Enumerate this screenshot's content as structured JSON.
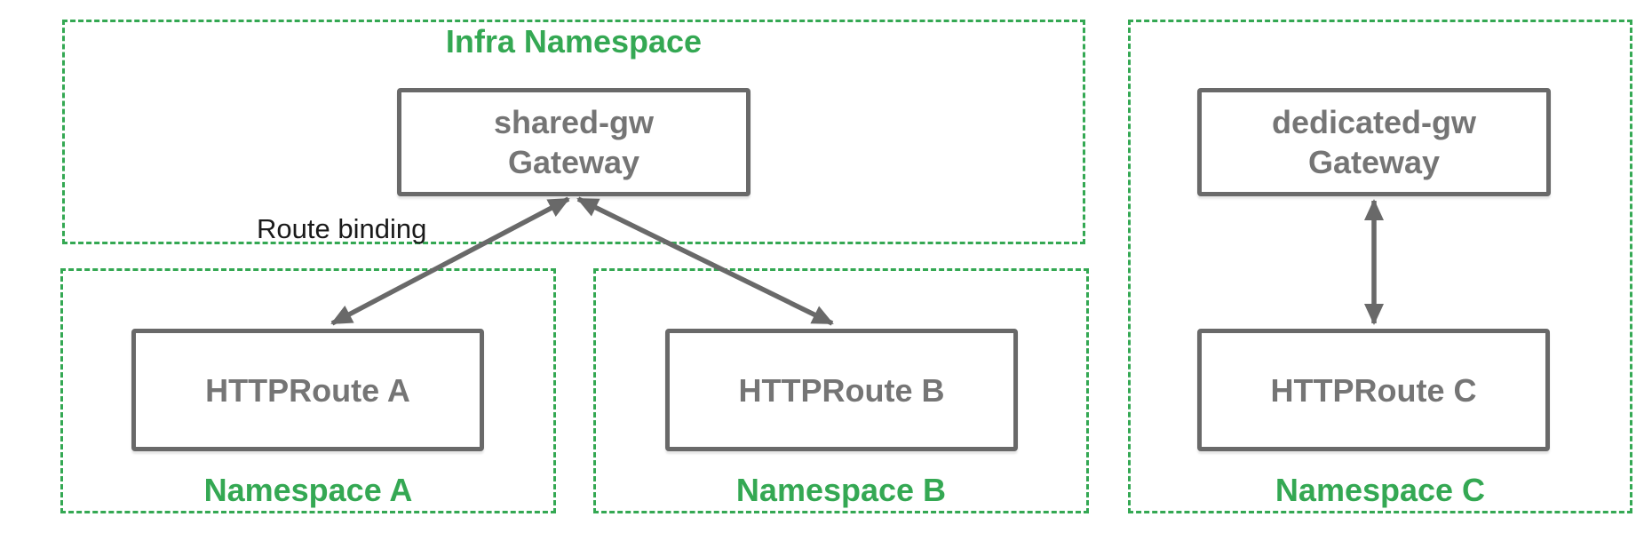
{
  "diagram": {
    "kind": "kubernetes-gateway-namespace-diagram",
    "colors": {
      "namespace_green": "#34A853",
      "node_border_gray": "#696969",
      "node_text_gray": "#757575",
      "arrow_gray": "#696969",
      "annotation_black": "#1a1a1a",
      "background": "#ffffff"
    },
    "namespaces": {
      "infra": {
        "label": "Infra Namespace"
      },
      "a": {
        "label": "Namespace A"
      },
      "b": {
        "label": "Namespace B"
      },
      "c": {
        "label": "Namespace C"
      }
    },
    "nodes": {
      "shared_gw": {
        "line1": "shared-gw",
        "line2": "Gateway"
      },
      "dedicated_gw": {
        "line1": "dedicated-gw",
        "line2": "Gateway"
      },
      "route_a": {
        "label": "HTTPRoute A"
      },
      "route_b": {
        "label": "HTTPRoute B"
      },
      "route_c": {
        "label": "HTTPRoute C"
      }
    },
    "annotations": {
      "route_binding": "Route binding"
    },
    "arrows": [
      {
        "name": "route-a-binding",
        "from": "node-route-a",
        "to": "node-shared-gw",
        "bidirectional": true
      },
      {
        "name": "route-b-binding",
        "from": "node-route-b",
        "to": "node-shared-gw",
        "bidirectional": true
      },
      {
        "name": "route-c-binding",
        "from": "node-route-c",
        "to": "node-dedicated-gw",
        "bidirectional": true
      }
    ]
  }
}
